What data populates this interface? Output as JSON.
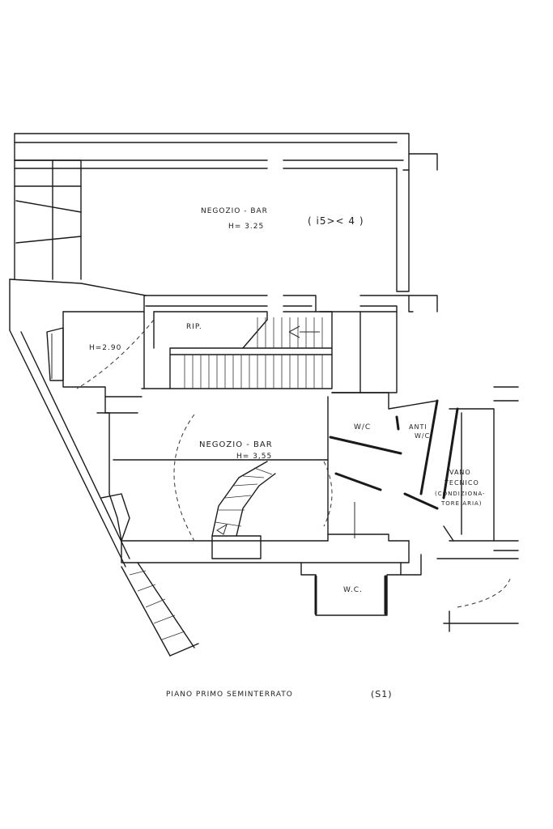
{
  "rooms": {
    "shop_upper": {
      "name": "NEGOZIO - BAR",
      "height": "H= 3.25",
      "note": "( i5>< 4 )"
    },
    "landing_height": "H=2.90",
    "storage": "RIP.",
    "shop_lower": {
      "name": "NEGOZIO - BAR",
      "height": "H= 3,55"
    },
    "wc_upper": "W/C",
    "anti_wc": {
      "line1": "ANTI",
      "line2": "W/C"
    },
    "technical_room": {
      "line1": "VANO",
      "line2": "TECNICO",
      "line3": "(CONDIZIONA-",
      "line4": "TORE ARIA)"
    },
    "wc_lower": "W.C."
  },
  "floor_title": "PIANO PRIMO SEMINTERRATO",
  "floor_code": "(S1)",
  "colors": {
    "ink": "#1a1a1a",
    "paper": "#ffffff"
  }
}
